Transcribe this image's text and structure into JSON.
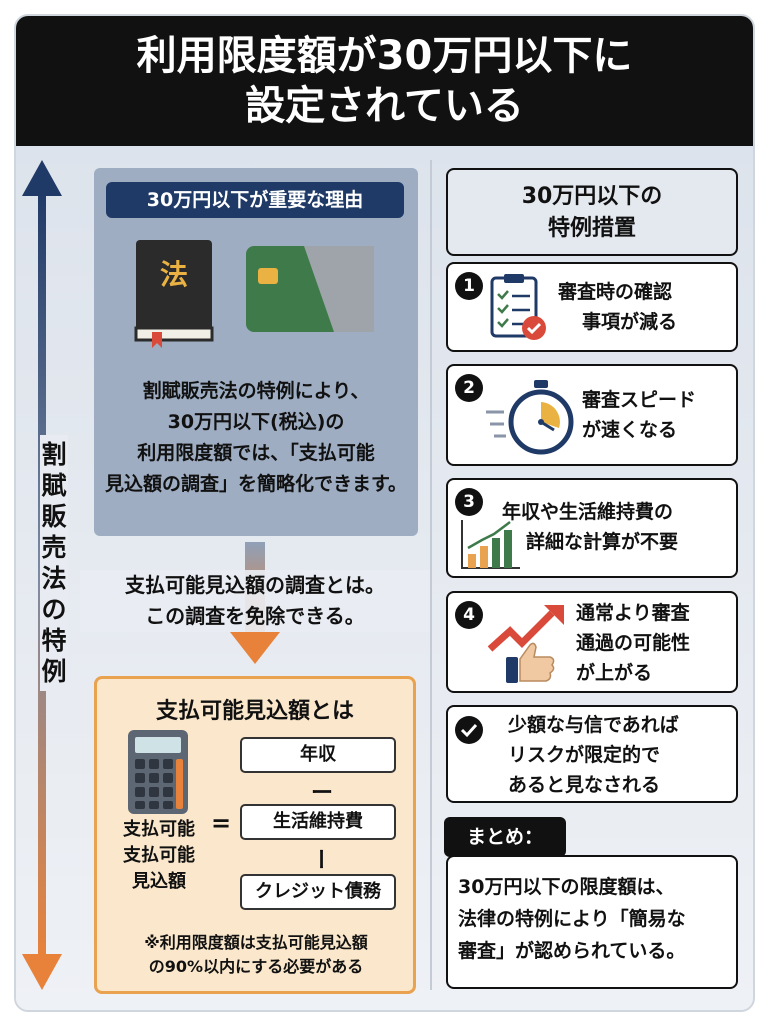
{
  "header": {
    "title_line1": "利用限度額が30万円以下に",
    "title_line2": "設定されている"
  },
  "side_label": [
    "割",
    "賦",
    "販",
    "売",
    "法",
    "の",
    "特",
    "例"
  ],
  "reason": {
    "tag": "30万円以下が重要な理由",
    "book_char": "法",
    "text": [
      "割賦販売法の特例により、",
      "30万円以下(税込)の",
      "利用限度額では、「支払可能",
      "見込額の調査」を簡略化できます。"
    ]
  },
  "exempt_text": [
    "支払可能見込額の調査とは。",
    "この調査を免除できる。"
  ],
  "definition": {
    "title": "支払可能見込額とは",
    "label": [
      "支払可能",
      "支払可能",
      "見込額"
    ],
    "equals": "=",
    "terms": [
      "年収",
      "生活維持費",
      "クレジット債務"
    ],
    "ops": [
      "ー",
      "ー"
    ],
    "note": [
      "※利用限度額は支払可能見込額",
      "の90%以内にする必要がある"
    ]
  },
  "measures": {
    "heading": [
      "30万円以下の",
      "特例措置"
    ],
    "items": [
      {
        "num": "1",
        "icon": "checklist-icon",
        "text": [
          "審査時の確認",
          "事項が減る"
        ]
      },
      {
        "num": "2",
        "icon": "stopwatch-icon",
        "text": [
          "審査スピード",
          "が速くなる"
        ]
      },
      {
        "num": "3",
        "icon": "bar-chart-icon",
        "text": [
          "年収や生活維持費の",
          "詳細な計算が不要"
        ]
      },
      {
        "num": "4",
        "icon": "trend-thumbs-up-icon",
        "text": [
          "通常より審査",
          "通過の可能性",
          "が上がる"
        ]
      },
      {
        "num": "",
        "icon": "check-circle-icon",
        "text": [
          "少額な与信であれば",
          "リスクが限定的で",
          "あると見なされる"
        ]
      }
    ]
  },
  "summary": {
    "tag": "まとめ：",
    "text": [
      "30万円以下の限度額は、",
      "法律の特例により「簡易な",
      "審査」が認められている。"
    ]
  },
  "colors": {
    "header_bg": "#111111",
    "navy": "#1f3a66",
    "orange": "#e9a24f",
    "panel_blue": "#9eadc2",
    "card_green": "#3f7a4b",
    "check_red": "#d94a3a"
  }
}
